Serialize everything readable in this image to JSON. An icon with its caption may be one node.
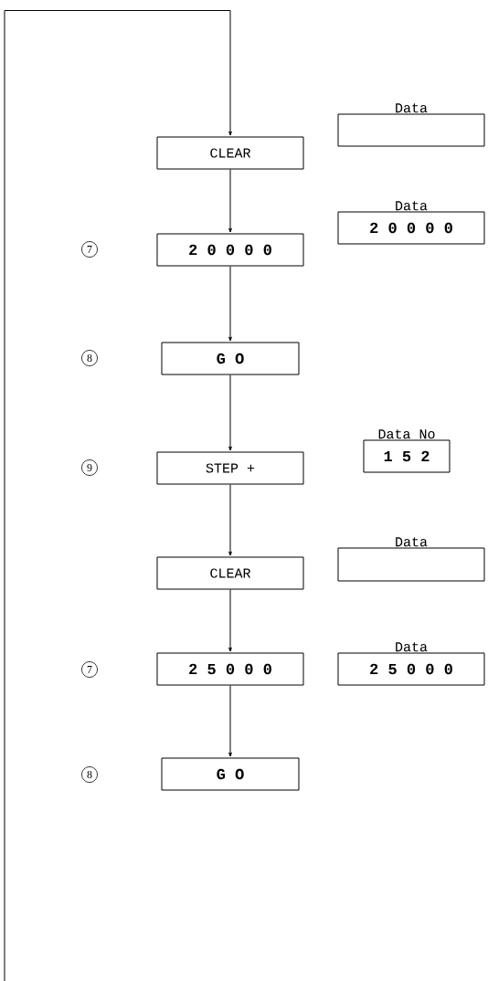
{
  "diagram": {
    "nodes": [
      {
        "text": [
          "CLEAR"
        ]
      },
      {
        "text": [
          "2 0 0 0 0"
        ]
      },
      {
        "text": [
          "G O"
        ]
      },
      {
        "text": [
          "STEP +"
        ]
      },
      {
        "text": [
          "CLEAR"
        ]
      },
      {
        "text": [
          "2 5 0 0 0"
        ]
      },
      {
        "text": [
          "G O"
        ]
      },
      {
        "text": [
          "Data"
        ]
      },
      {
        "text": [
          "Data",
          "2 0 0 0 0"
        ]
      },
      {
        "text": [
          "Data No",
          "1 5 2"
        ]
      },
      {
        "text": [
          "Data"
        ]
      },
      {
        "text": [
          "Data",
          "2 5 0 0 0"
        ]
      }
    ],
    "edges": [
      {
        "from": null,
        "to": 0,
        "arrow": "to"
      },
      {
        "from": 0,
        "to": 1,
        "arrow": "to"
      },
      {
        "from": 1,
        "to": 2,
        "arrow": "to"
      },
      {
        "from": 2,
        "to": 3,
        "arrow": "to"
      },
      {
        "from": 3,
        "to": 4,
        "arrow": "to"
      },
      {
        "from": 4,
        "to": 5,
        "arrow": "to"
      },
      {
        "from": 5,
        "to": 6,
        "arrow": "to"
      }
    ],
    "labels": [
      "7",
      "8",
      "9",
      "7",
      "8"
    ]
  }
}
